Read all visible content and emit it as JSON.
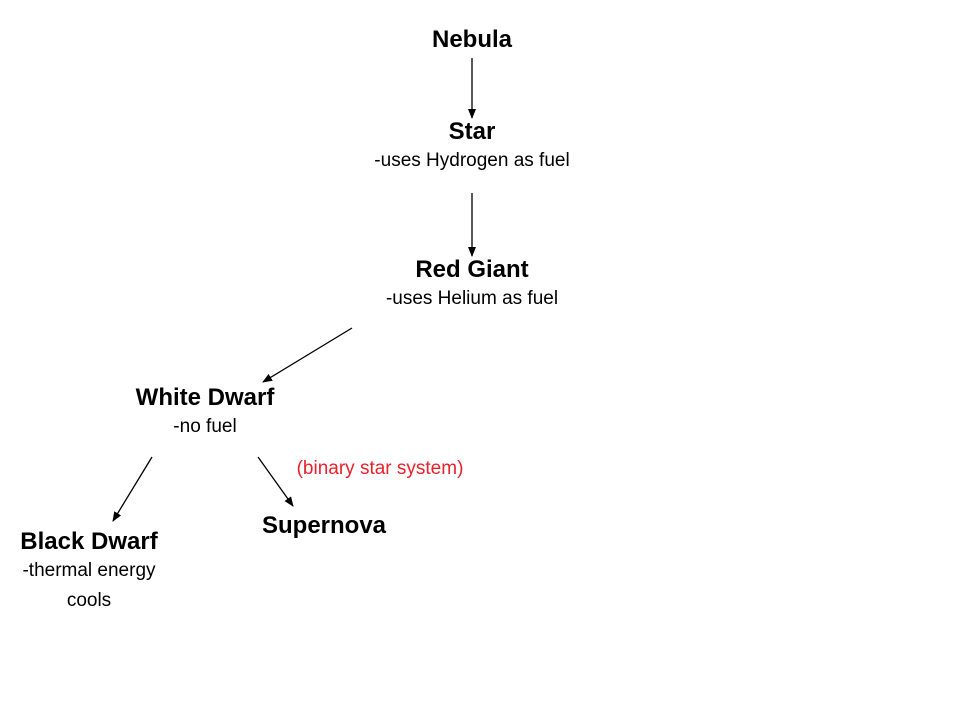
{
  "diagram": {
    "nodes": {
      "nebula": {
        "title": "Nebula"
      },
      "star": {
        "title": "Star",
        "lines": [
          "-uses Hydrogen as fuel"
        ]
      },
      "red_giant": {
        "title": "Red Giant",
        "lines": [
          "-uses Helium as fuel"
        ]
      },
      "white_dwarf": {
        "title": "White Dwarf",
        "lines": [
          "-no fuel"
        ]
      },
      "black_dwarf": {
        "title": "Black Dwarf",
        "lines": [
          "-thermal energy",
          "cools"
        ]
      },
      "supernova": {
        "title": "Supernova"
      }
    },
    "annotation": {
      "text": "(binary star system)",
      "color": "#e8222b"
    },
    "edges": [
      {
        "from": "Nebula",
        "to": "Star"
      },
      {
        "from": "Star",
        "to": "Red Giant"
      },
      {
        "from": "Red Giant",
        "to": "White Dwarf"
      },
      {
        "from": "White Dwarf",
        "to": "Black Dwarf"
      },
      {
        "from": "White Dwarf",
        "to": "Supernova"
      }
    ]
  }
}
